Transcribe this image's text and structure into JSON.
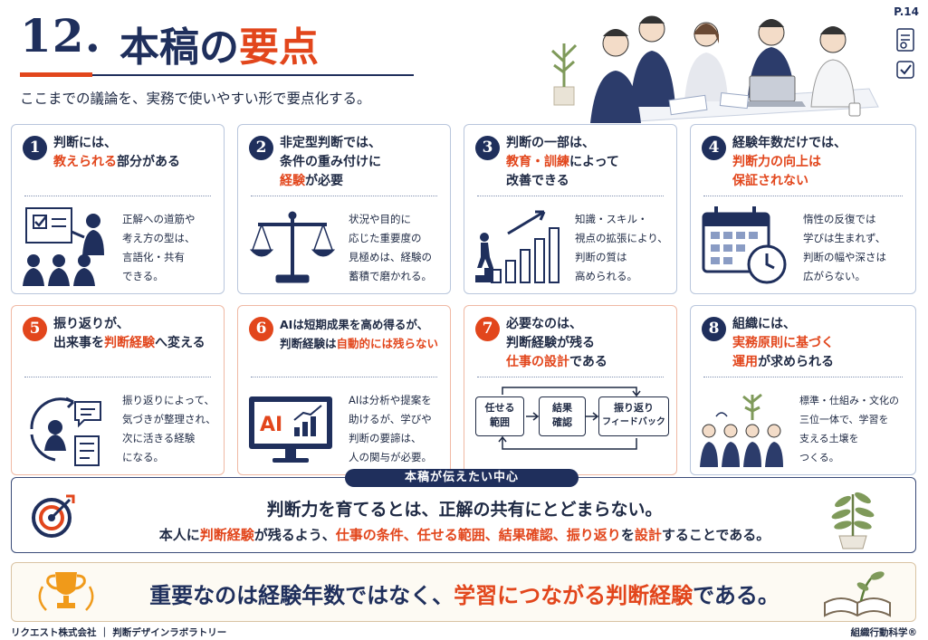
{
  "header": {
    "number": "12.",
    "title_a": "本稿の",
    "title_b": "要点",
    "subtitle": "ここまでの議論を、実務で使いやすい形で要点化する。",
    "page": "P.14"
  },
  "colors": {
    "navy": "#1f2f5c",
    "accent": "#e2461c"
  },
  "cards": [
    {
      "n": "1",
      "h1": "判断には、",
      "h2a": "",
      "h2r": "教えられる",
      "h2b": "部分がある",
      "h3a": "",
      "h3r": "",
      "h3b": "",
      "b": [
        "正解への道筋や",
        "考え方の型は、",
        "言語化・共有",
        "できる。"
      ],
      "icon": "teacher-board-icon"
    },
    {
      "n": "2",
      "h1": "非定型判断では、",
      "h2a": "条件の重み付けに",
      "h2r": "",
      "h2b": "",
      "h3a": "",
      "h3r": "経験",
      "h3b": "が必要",
      "b": [
        "状況や目的に",
        "応じた重要度の",
        "見極めは、経験の",
        "蓄積で磨かれる。"
      ],
      "icon": "balance-scale-icon"
    },
    {
      "n": "3",
      "h1": "判断の一部は、",
      "h2a": "",
      "h2r": "教育・訓練",
      "h2b": "によって",
      "h3a": "改善できる",
      "h3r": "",
      "h3b": "",
      "b": [
        "知識・スキル・",
        "視点の拡張により、",
        "判断の質は",
        "高められる。"
      ],
      "icon": "growth-stairs-icon"
    },
    {
      "n": "4",
      "h1": "経験年数だけでは、",
      "h2a": "",
      "h2r": "判断力の向上は",
      "h2b": "",
      "h3a": "",
      "h3r": "保証されない",
      "h3b": "",
      "b": [
        "惰性の反復では",
        "学びは生まれず、",
        "判断の幅や深さは",
        "広がらない。"
      ],
      "icon": "calendar-clock-icon"
    },
    {
      "n": "5",
      "h1": "振り返りが、",
      "h2a": "出来事を",
      "h2r": "判断経験",
      "h2b": "へ変える",
      "h3a": "",
      "h3r": "",
      "h3b": "",
      "b": [
        "振り返りによって、",
        "気づきが整理され、",
        "次に活きる経験",
        "になる。"
      ],
      "icon": "reflection-cycle-icon"
    },
    {
      "n": "6",
      "h1": "AIは短期成果を高め得るが、",
      "h2a": "判断経験は",
      "h2r": "自動的には残らない",
      "h2b": "",
      "h3a": "",
      "h3r": "",
      "h3b": "",
      "b": [
        "AIは分析や提案を",
        "助けるが、学びや",
        "判断の要諦は、",
        "人の関与が必要。"
      ],
      "icon": "ai-monitor-icon",
      "ai_label": "AI"
    },
    {
      "n": "7",
      "h1": "必要なのは、",
      "h2a": "判断経験が残る",
      "h2r": "",
      "h2b": "",
      "h3a": "",
      "h3r": "仕事の設計",
      "h3b": "である",
      "b": [],
      "icon": "workflow-icon",
      "flow": [
        "任せる",
        "範囲",
        "結果",
        "確認",
        "振り返り",
        "フィードバック"
      ]
    },
    {
      "n": "8",
      "h1": "組織には、",
      "h2a": "",
      "h2r": "実務原則に基づく",
      "h2b": "",
      "h3a": "",
      "h3r": "運用",
      "h3b": "が求められる",
      "b": [
        "標準・仕組み・文化の",
        "三位一体で、学習を",
        "支える土壌を",
        "つくる。"
      ],
      "icon": "team-growth-icon"
    }
  ],
  "center": {
    "label": "本稿が伝えたい中心",
    "line1": "判断力を育てるとは、正解の共有にとどまらない。",
    "l2_a": "本人に",
    "l2_r1": "判断経験",
    "l2_b": "が残るよう、",
    "l2_r2": "仕事の条件、任せる範囲、結果確認、振り返り",
    "l2_c": "を",
    "l2_r3": "設計",
    "l2_d": "することである。"
  },
  "bottom": {
    "a": "重要なのは経験年数ではなく、",
    "r": "学習につながる判断経験",
    "b": "である。"
  },
  "footer": {
    "left": "リクエスト株式会社 ｜ 判断デザインラボラトリー",
    "right": "組織行動科学®"
  }
}
